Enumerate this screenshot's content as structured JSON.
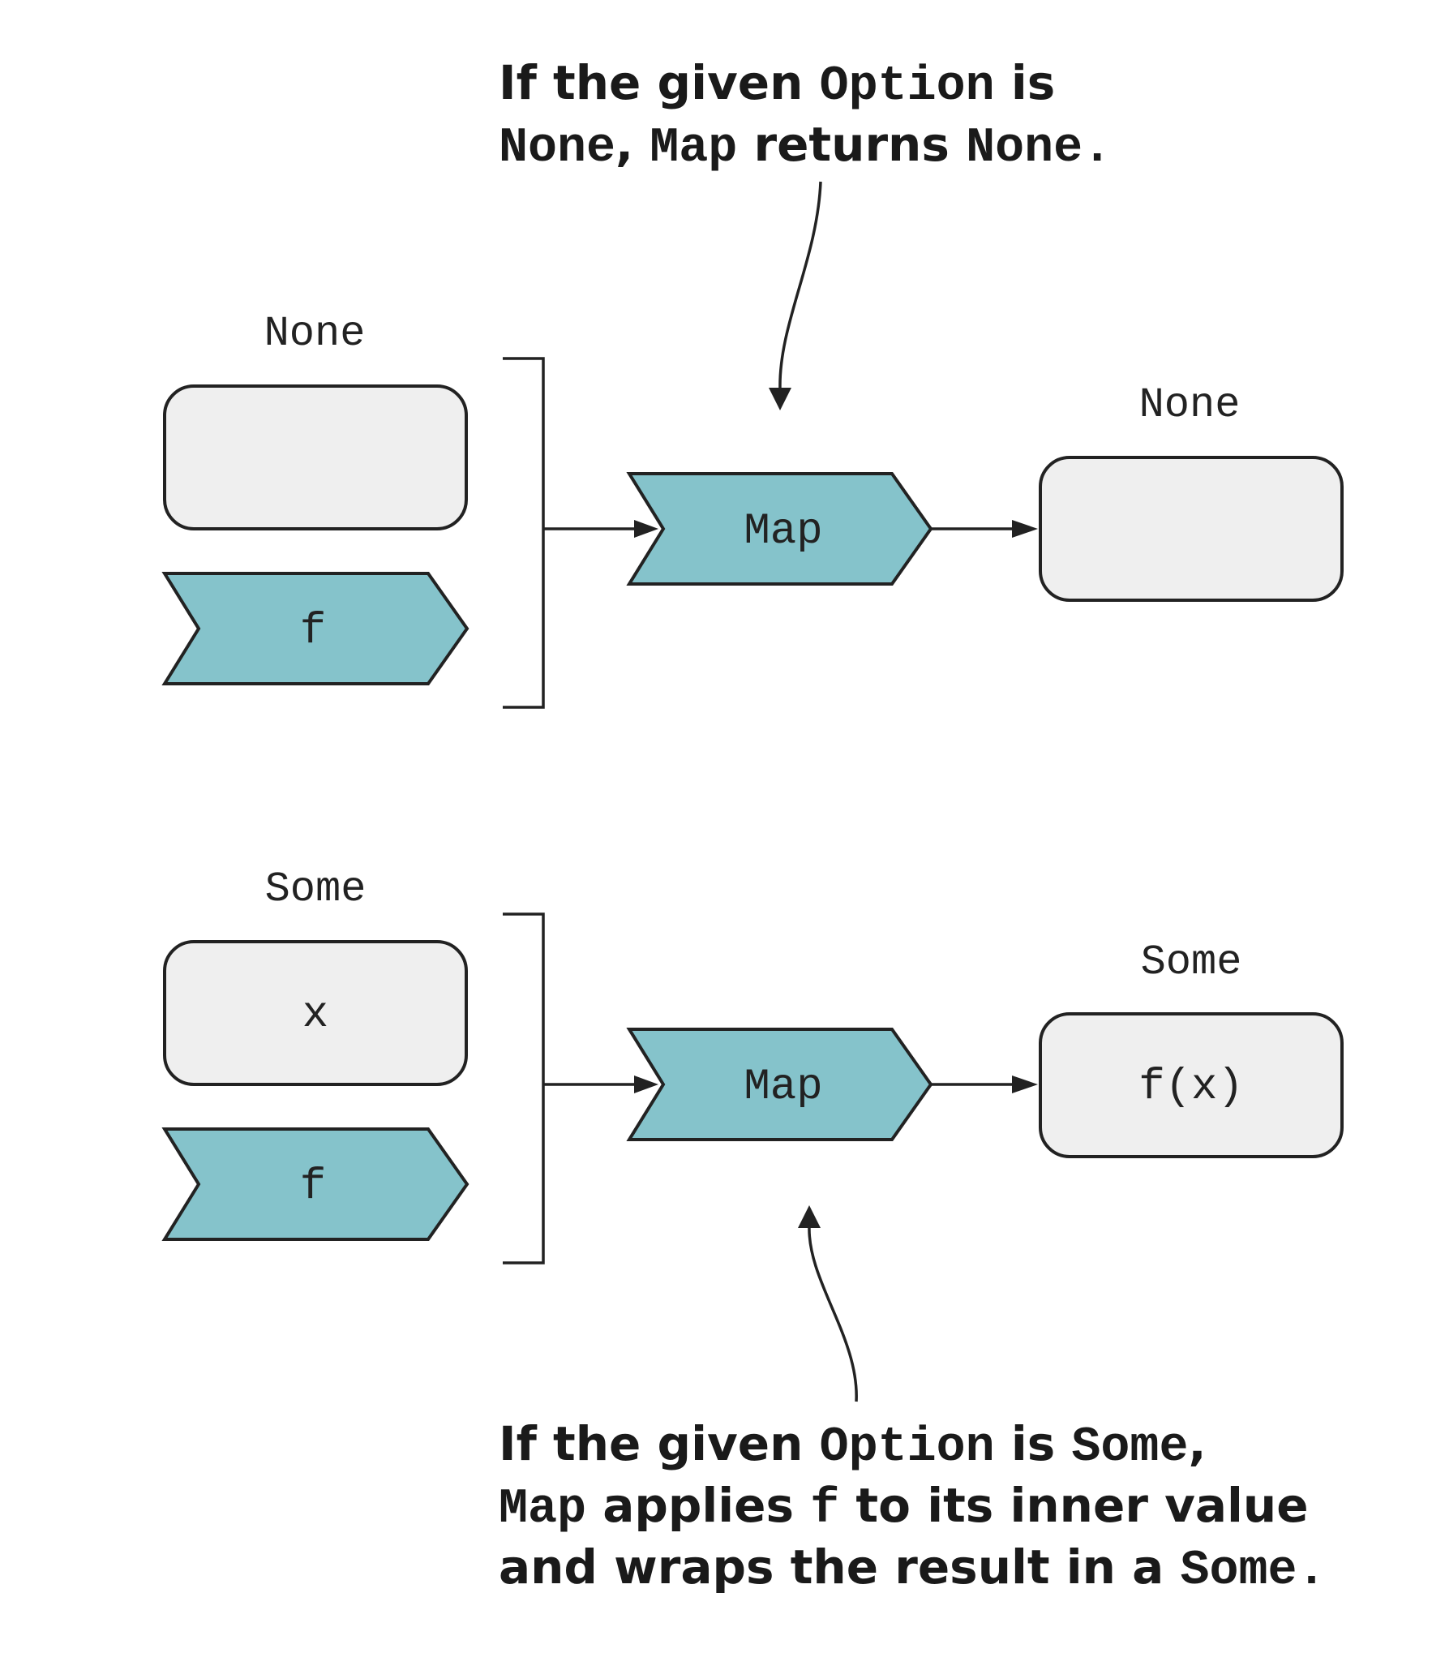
{
  "annotation_top": {
    "line1": [
      {
        "text": "If the given ",
        "mono": false
      },
      {
        "text": "Option",
        "mono": true
      },
      {
        "text": " is",
        "mono": false
      }
    ],
    "line2": [
      {
        "text": "None",
        "mono": true
      },
      {
        "text": ", ",
        "mono": false
      },
      {
        "text": "Map",
        "mono": true
      },
      {
        "text": " returns ",
        "mono": false
      },
      {
        "text": "None.",
        "mono": true
      }
    ]
  },
  "annotation_bottom": {
    "line1": [
      {
        "text": "If the given ",
        "mono": false
      },
      {
        "text": "Option",
        "mono": true
      },
      {
        "text": " is ",
        "mono": false
      },
      {
        "text": "Some",
        "mono": true
      },
      {
        "text": ",",
        "mono": false
      }
    ],
    "line2": [
      {
        "text": "Map",
        "mono": true
      },
      {
        "text": " applies ",
        "mono": false
      },
      {
        "text": "f",
        "mono": true
      },
      {
        "text": " to its inner value",
        "mono": false
      }
    ],
    "line3": [
      {
        "text": "and wraps the result in a ",
        "mono": false
      },
      {
        "text": "Some.",
        "mono": true
      }
    ]
  },
  "top_case": {
    "input_label": "None",
    "input_content": "",
    "function_label": "f",
    "map_label": "Map",
    "output_label": "None",
    "output_content": ""
  },
  "bottom_case": {
    "input_label": "Some",
    "input_content": "x",
    "function_label": "f",
    "map_label": "Map",
    "output_label": "Some",
    "output_content": "f(x)"
  },
  "colors": {
    "chevron_fill": "#85c3cb",
    "box_fill": "#efefef",
    "stroke": "#222222"
  }
}
